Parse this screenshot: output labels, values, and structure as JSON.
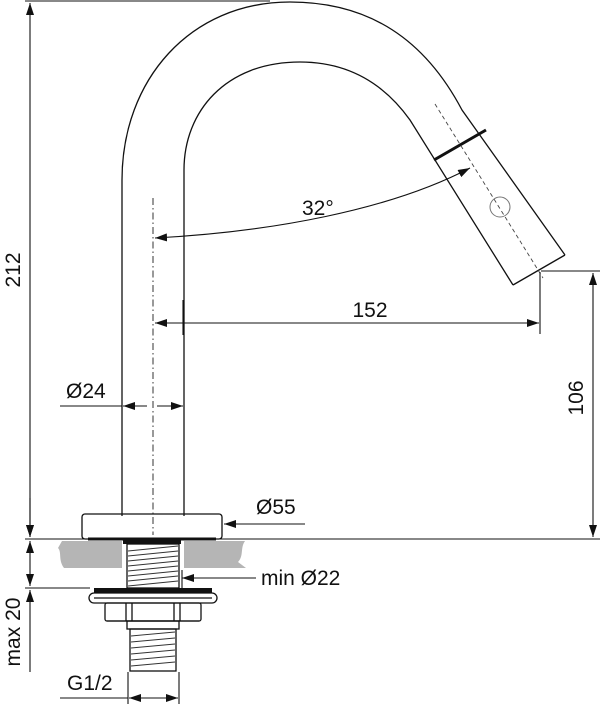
{
  "drawing": {
    "title": "Basin spout technical dimension drawing",
    "units": "mm",
    "dimensions": {
      "overall_height": "212",
      "spout_angle": "32°",
      "spout_reach": "152",
      "outlet_height": "106",
      "pipe_diameter": "Ø24",
      "base_diameter": "Ø55",
      "hole_min_diameter": "min Ø22",
      "max_counter_thickness": "max 20",
      "connection_thread": "G1/2"
    },
    "colors": {
      "line": "#111111",
      "countertop": "#b5b5b5",
      "background": "#ffffff"
    }
  }
}
